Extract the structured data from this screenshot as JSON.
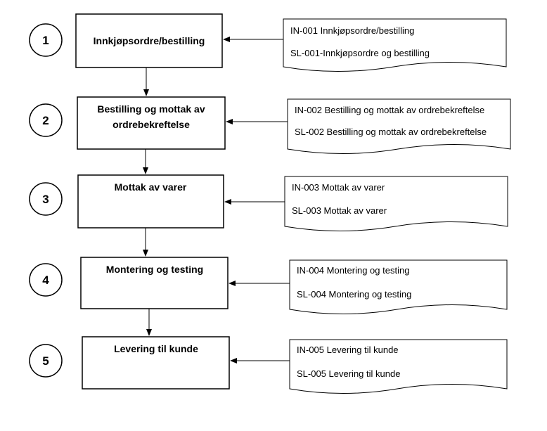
{
  "steps": [
    {
      "number": "1",
      "title_lines": [
        "Innkjøpsordre/bestilling"
      ],
      "docs": [
        "IN-001 Innkjøpsordre/bestilling",
        "SL-001-Innkjøpsordre og bestilling"
      ]
    },
    {
      "number": "2",
      "title_lines": [
        "Bestilling og mottak av",
        "ordrebekreftelse"
      ],
      "docs": [
        "IN-002 Bestilling og mottak av ordrebekreftelse",
        "SL-002 Bestilling og mottak av ordrebekreftelse"
      ]
    },
    {
      "number": "3",
      "title_lines": [
        "Mottak av varer"
      ],
      "docs": [
        "IN-003 Mottak av varer",
        "SL-003 Mottak av varer"
      ]
    },
    {
      "number": "4",
      "title_lines": [
        "Montering og testing"
      ],
      "docs": [
        "IN-004 Montering og testing",
        "SL-004 Montering og testing"
      ]
    },
    {
      "number": "5",
      "title_lines": [
        "Levering til kunde"
      ],
      "docs": [
        "IN-005 Levering til kunde",
        "SL-005 Levering til kunde"
      ]
    }
  ]
}
